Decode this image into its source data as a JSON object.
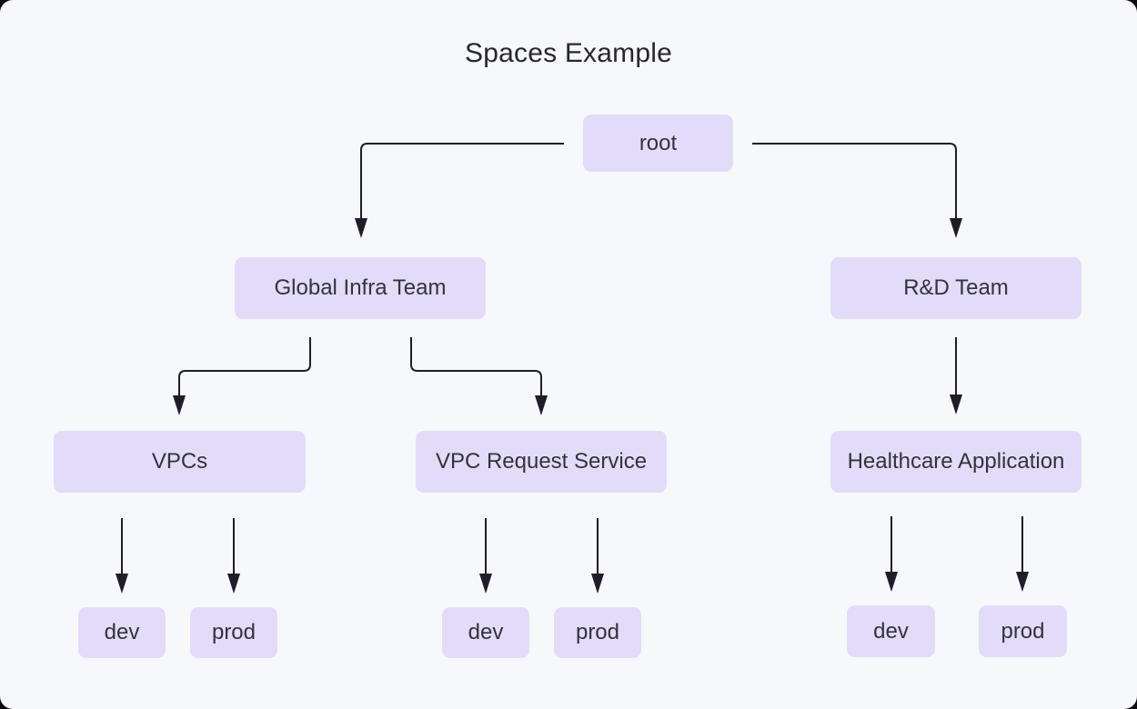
{
  "title": "Spaces Example",
  "colors": {
    "background": "#f7f8fb",
    "outside_background": "#0d0d11",
    "node_fill": "#e2dcf8",
    "node_text": "#34323e",
    "edge": "#1e1d29",
    "title": "#28272f"
  },
  "diagram": {
    "type": "tree",
    "nodes": [
      {
        "id": "root",
        "label": "root"
      },
      {
        "id": "global-infra-team",
        "label": "Global Infra Team"
      },
      {
        "id": "rd-team",
        "label": "R&D Team"
      },
      {
        "id": "vpcs",
        "label": "VPCs"
      },
      {
        "id": "vpc-request-service",
        "label": "VPC Request Service"
      },
      {
        "id": "healthcare-application",
        "label": "Healthcare Application"
      },
      {
        "id": "vpcs-dev",
        "label": "dev"
      },
      {
        "id": "vpcs-prod",
        "label": "prod"
      },
      {
        "id": "vpc-request-service-dev",
        "label": "dev"
      },
      {
        "id": "vpc-request-service-prod",
        "label": "prod"
      },
      {
        "id": "healthcare-application-dev",
        "label": "dev"
      },
      {
        "id": "healthcare-application-prod",
        "label": "prod"
      }
    ],
    "edges": [
      {
        "from": "root",
        "to": "global-infra-team"
      },
      {
        "from": "root",
        "to": "rd-team"
      },
      {
        "from": "global-infra-team",
        "to": "vpcs"
      },
      {
        "from": "global-infra-team",
        "to": "vpc-request-service"
      },
      {
        "from": "rd-team",
        "to": "healthcare-application"
      },
      {
        "from": "vpcs",
        "to": "vpcs-dev"
      },
      {
        "from": "vpcs",
        "to": "vpcs-prod"
      },
      {
        "from": "vpc-request-service",
        "to": "vpc-request-service-dev"
      },
      {
        "from": "vpc-request-service",
        "to": "vpc-request-service-prod"
      },
      {
        "from": "healthcare-application",
        "to": "healthcare-application-dev"
      },
      {
        "from": "healthcare-application",
        "to": "healthcare-application-prod"
      }
    ]
  }
}
